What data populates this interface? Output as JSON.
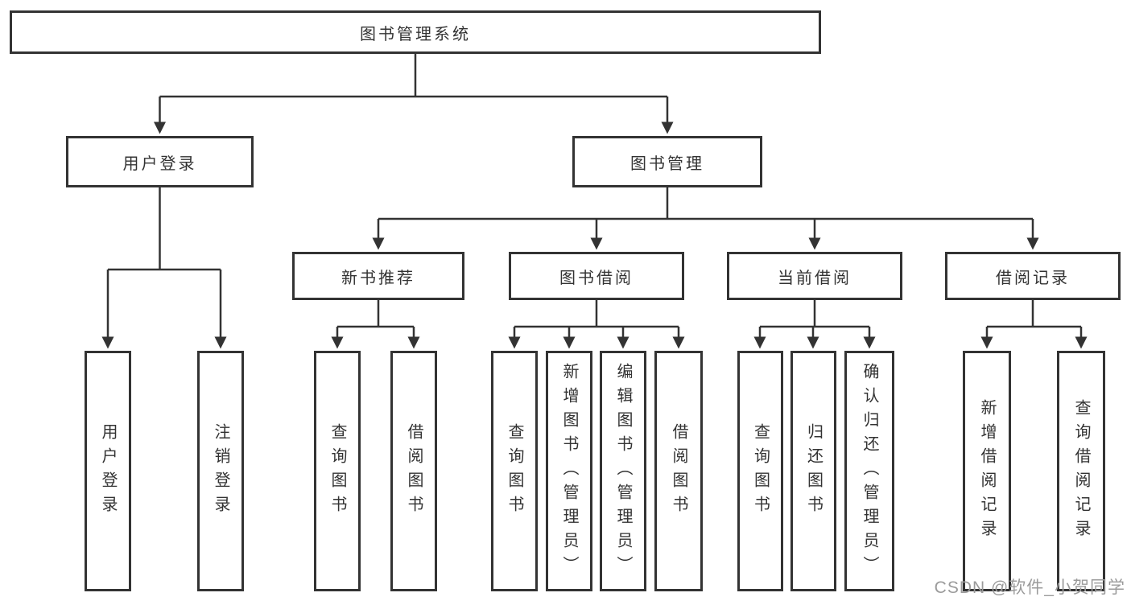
{
  "diagram": {
    "tree": {
      "root": {
        "label": "图书管理系统",
        "children": [
          {
            "label": "用户登录",
            "children": [
              {
                "label": "用户登录"
              },
              {
                "label": "注销登录"
              }
            ]
          },
          {
            "label": "图书管理",
            "children": [
              {
                "label": "新书推荐",
                "children": [
                  {
                    "label": "查询图书"
                  },
                  {
                    "label": "借阅图书"
                  }
                ]
              },
              {
                "label": "图书借阅",
                "children": [
                  {
                    "label": "查询图书"
                  },
                  {
                    "label": "新增图书（管理员）"
                  },
                  {
                    "label": "编辑图书（管理员）"
                  },
                  {
                    "label": "借阅图书"
                  }
                ]
              },
              {
                "label": "当前借阅",
                "children": [
                  {
                    "label": "查询图书"
                  },
                  {
                    "label": "归还图书"
                  },
                  {
                    "label": "确认归还（管理员）"
                  }
                ]
              },
              {
                "label": "借阅记录",
                "children": [
                  {
                    "label": "新增借阅记录"
                  },
                  {
                    "label": "查询借阅记录"
                  }
                ]
              }
            ]
          }
        ]
      }
    },
    "colors": {
      "line": "#333333",
      "box_border": "#333333",
      "text": "#333333",
      "background": "#ffffff",
      "watermark": "#9b9b9b"
    }
  },
  "watermark": {
    "text": "CSDN @软件_小贺同学"
  }
}
